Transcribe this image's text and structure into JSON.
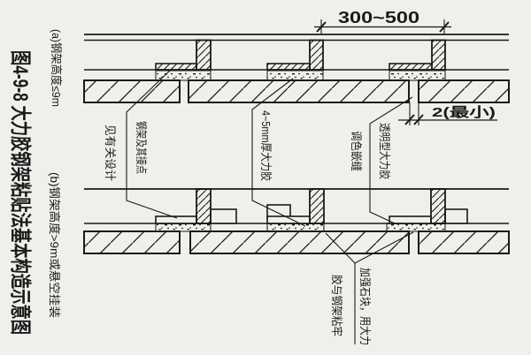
{
  "figure": {
    "title": "图4-9-8  大力胶钢架粘贴法基本构造示意图",
    "caption_a": "(a)钢架高度≤9m",
    "caption_b": "(b)钢架高度>9m或悬空挂装"
  },
  "callouts": {
    "steel_line1": "钢架及其接点",
    "steel_line2": "见有关设计",
    "adhesive": "4~5mm厚大力胶",
    "clear_line1": "透明型大力胶",
    "clear_line2": "调色嵌缝",
    "stone_line1": "加强石块，用大力",
    "stone_line2": "胶与钢架粘牢"
  },
  "dimensions": {
    "spacing": "300~500",
    "joint_min": "2(最小)"
  },
  "colors": {
    "line": "#1a1a1a",
    "background": "#f1efeb"
  }
}
